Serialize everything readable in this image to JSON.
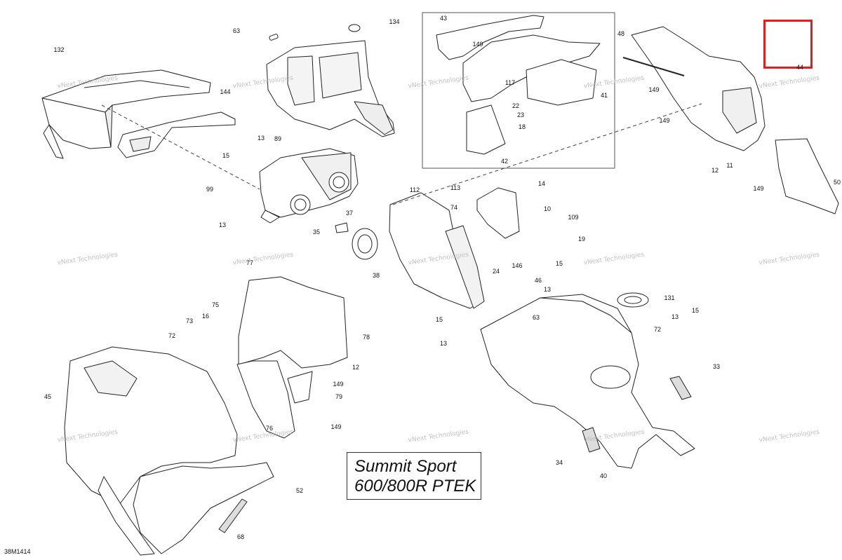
{
  "diagram": {
    "title_line1": "Summit Sport",
    "title_line2": "600/800R PTEK",
    "doc_number": "38M1414",
    "watermark": "vNext Technologies",
    "highlight_color": "#e0201c",
    "callouts": [
      "132",
      "144",
      "63",
      "134",
      "13",
      "15",
      "89",
      "99",
      "13",
      "37",
      "35",
      "38",
      "43",
      "149",
      "117",
      "22",
      "23",
      "18",
      "41",
      "42",
      "48",
      "149",
      "44",
      "149",
      "11",
      "12",
      "149",
      "50",
      "113",
      "74",
      "14",
      "112",
      "10",
      "109",
      "19",
      "24",
      "146",
      "46",
      "15",
      "13",
      "77",
      "75",
      "78",
      "73",
      "16",
      "72",
      "12",
      "149",
      "79",
      "149",
      "45",
      "76",
      "52",
      "68",
      "63",
      "131",
      "15",
      "13",
      "15",
      "13",
      "72",
      "33",
      "34",
      "40"
    ]
  }
}
